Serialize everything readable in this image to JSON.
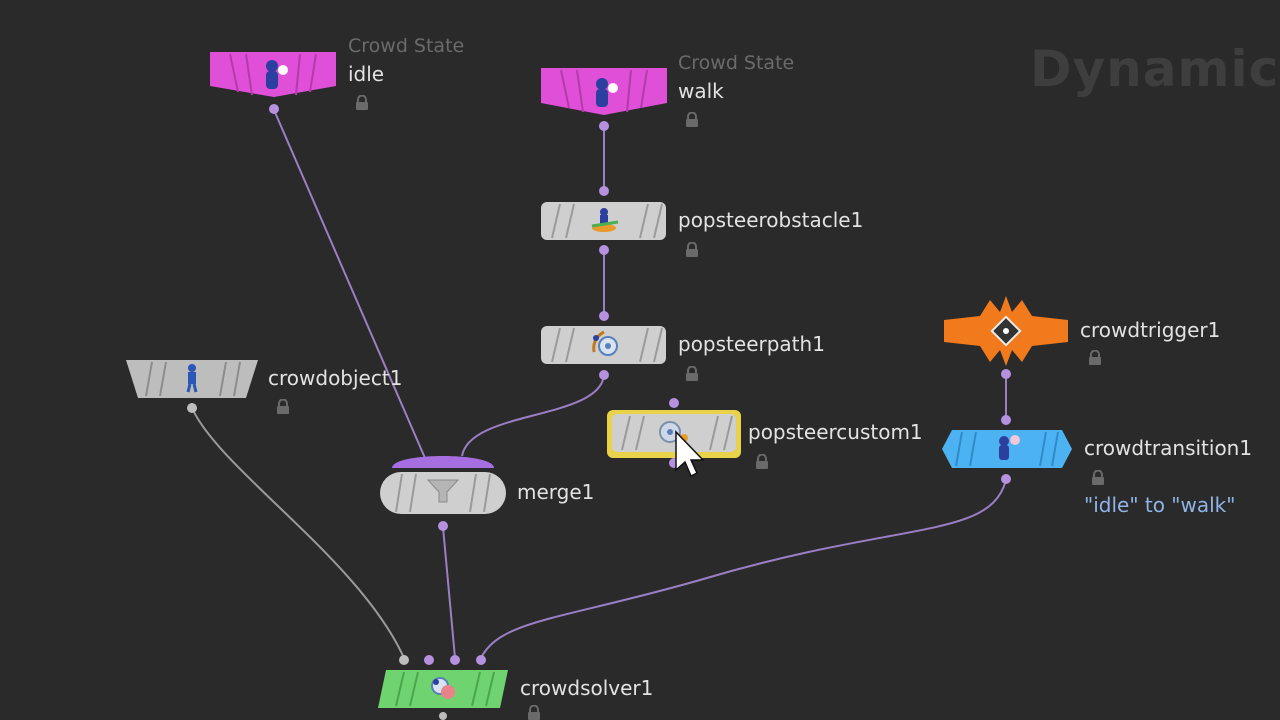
{
  "context_label": "Dynamics",
  "colors": {
    "background": "#2a2a2a",
    "wire": "#9b7fc4",
    "wire_grey": "#9a9a9a",
    "crowd_state": "#e04fd8",
    "neutral_node": "#cfcfcf",
    "trigger": "#f07a1c",
    "transition": "#4db2f2",
    "solver": "#6fd36f",
    "selection": "#e8d24a"
  },
  "nodes": {
    "idle": {
      "sub": "Crowd State",
      "label": "idle",
      "icon": "agent-icon"
    },
    "walk": {
      "sub": "Crowd State",
      "label": "walk",
      "icon": "agent-icon"
    },
    "popsteerobstacle": {
      "label": "popsteerobstacle1",
      "icon": "obstacle-steer-icon"
    },
    "popsteerpath": {
      "label": "popsteerpath1",
      "icon": "path-steer-icon"
    },
    "popsteercustom": {
      "label": "popsteercustom1",
      "icon": "custom-steer-icon"
    },
    "crowdobject": {
      "label": "crowdobject1",
      "icon": "crowd-agent-icon"
    },
    "merge": {
      "label": "merge1",
      "icon": "merge-funnel-icon"
    },
    "crowdtrigger": {
      "label": "crowdtrigger1",
      "icon": "trigger-diamond-icon"
    },
    "crowdtransition": {
      "label": "crowdtransition1",
      "comment": "\"idle\" to \"walk\"",
      "icon": "transition-agent-icon"
    },
    "crowdsolver": {
      "label": "crowdsolver1",
      "icon": "solver-icon"
    }
  }
}
